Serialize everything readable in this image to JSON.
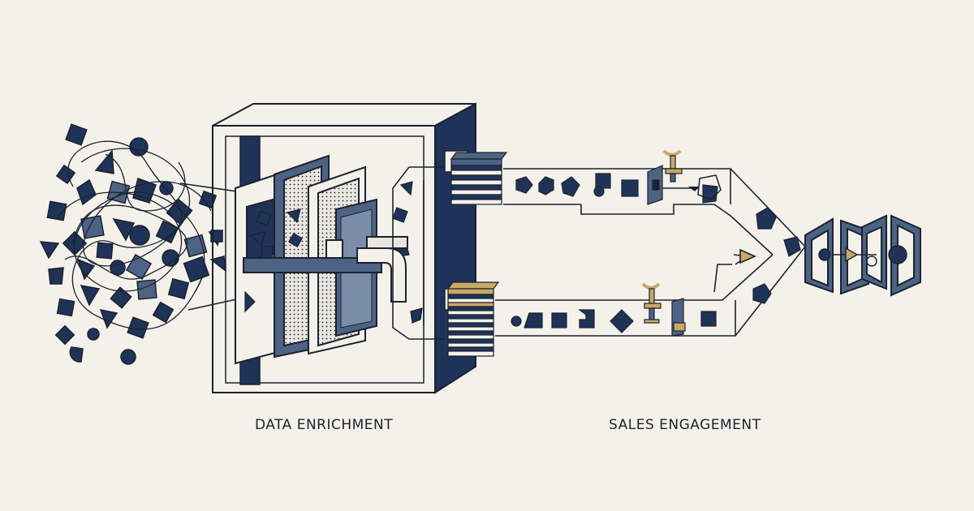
{
  "labels": {
    "data_enrichment": "DATA ENRICHMENT",
    "sales_engagement": "SALES ENGAGEMENT"
  },
  "colors": {
    "background": "#f4f1ea",
    "navy": "#1f3358",
    "slate": "#4d6384",
    "ink": "#1b2230",
    "gold": "#c9a865"
  },
  "icons": [
    "scattered-shapes",
    "filter-panels",
    "pipe",
    "document-stack",
    "robot-arm",
    "funnel-gates",
    "arrow-icon"
  ]
}
